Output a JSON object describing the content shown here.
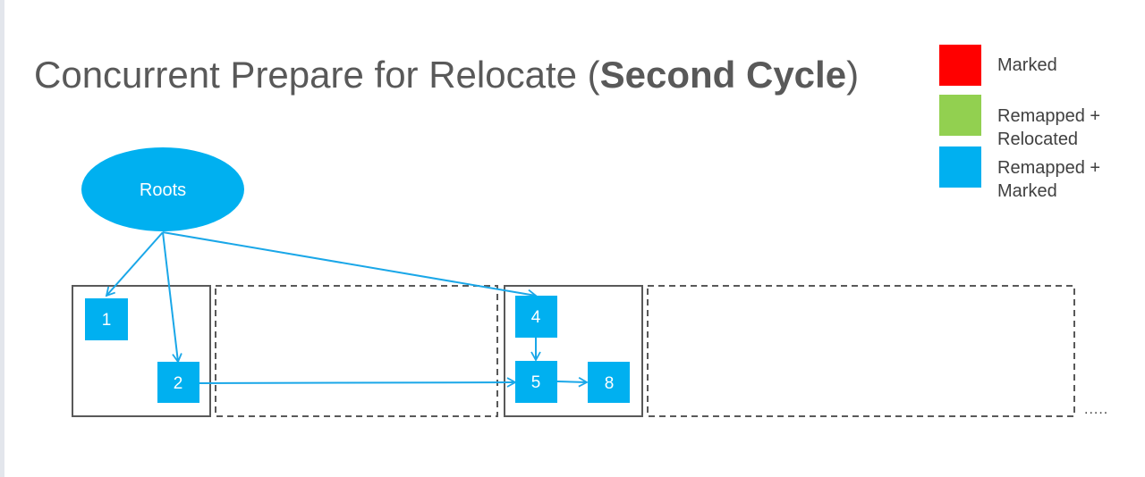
{
  "title": {
    "prefix": "Concurrent Prepare for Relocate (",
    "emphasis": "Second Cycle",
    "suffix": ")"
  },
  "legend": [
    {
      "label": "Marked",
      "color": "#ff0000"
    },
    {
      "label": "Remapped +\nRelocated",
      "color": "#92d050"
    },
    {
      "label": "Remapped +\nMarked",
      "color": "#00b0f0"
    }
  ],
  "roots": {
    "label": "Roots",
    "color": "#00b0f0"
  },
  "objects": [
    {
      "id": "1",
      "label": "1",
      "state": "Remapped + Marked"
    },
    {
      "id": "2",
      "label": "2",
      "state": "Remapped + Marked"
    },
    {
      "id": "4",
      "label": "4",
      "state": "Remapped + Marked"
    },
    {
      "id": "5",
      "label": "5",
      "state": "Remapped + Marked"
    },
    {
      "id": "8",
      "label": "8",
      "state": "Remapped + Marked"
    }
  ],
  "ellipsis": ".....",
  "colors": {
    "object": "#00b0f0",
    "arrow": "#1aa7e8",
    "page_border": "#595959",
    "text": "#595959"
  }
}
